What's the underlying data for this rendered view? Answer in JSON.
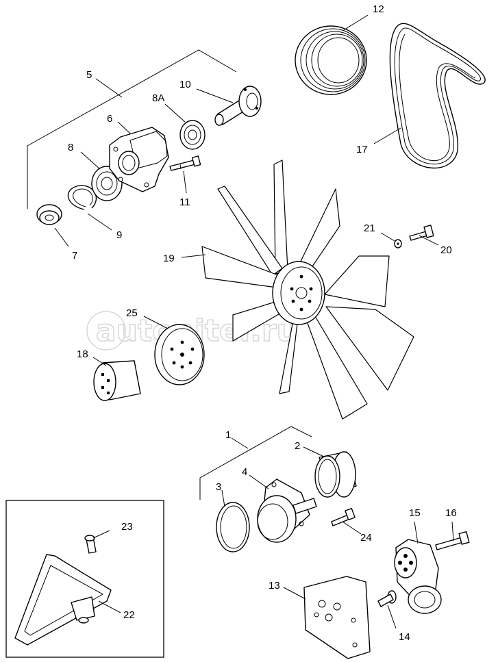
{
  "watermark": "autopiter.ru",
  "callouts": {
    "c1": "1",
    "c2": "2",
    "c3": "3",
    "c4": "4",
    "c5": "5",
    "c6": "6",
    "c7": "7",
    "c8": "8",
    "c8a": "8A",
    "c9": "9",
    "c10": "10",
    "c11": "11",
    "c12": "12",
    "c13": "13",
    "c14": "14",
    "c15": "15",
    "c16": "16",
    "c17": "17",
    "c18": "18",
    "c19": "19",
    "c20": "20",
    "c21": "21",
    "c22": "22",
    "c23": "23",
    "c24": "24",
    "c25": "25"
  }
}
